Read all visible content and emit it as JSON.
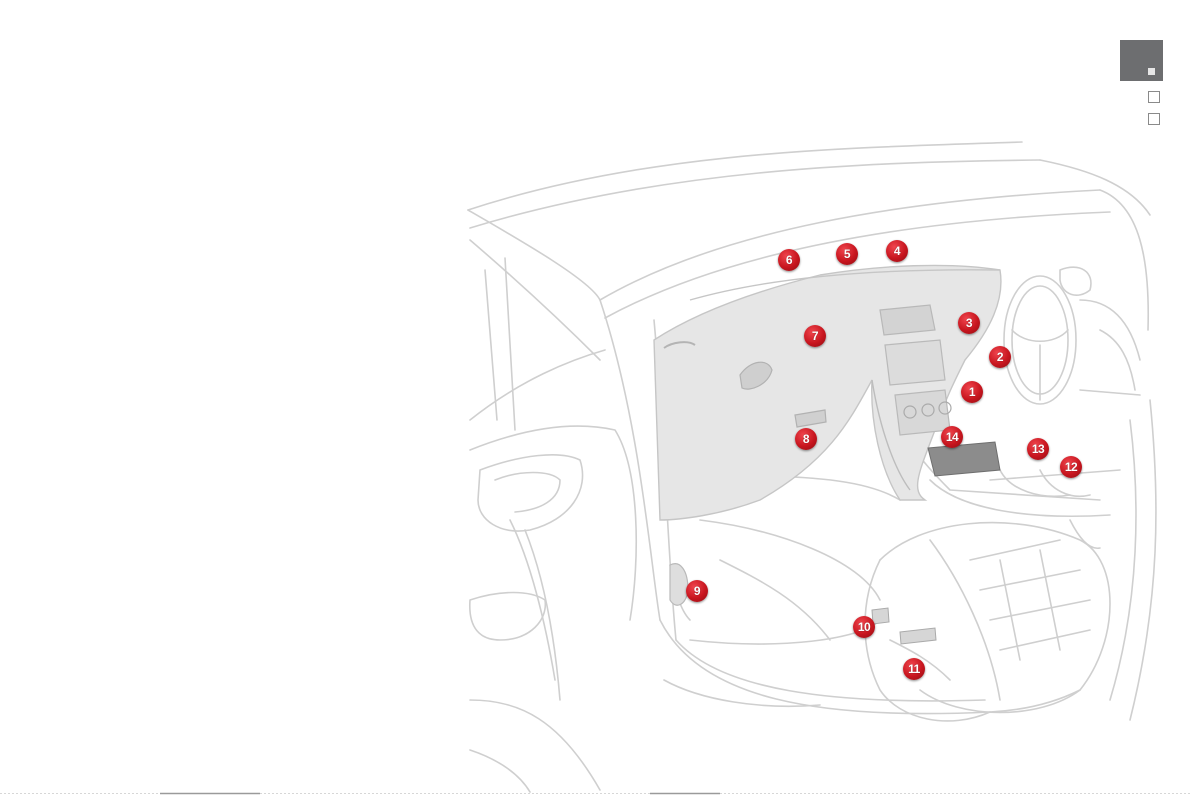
{
  "callouts": [
    {
      "number": "1"
    },
    {
      "number": "2"
    },
    {
      "number": "3"
    },
    {
      "number": "4"
    },
    {
      "number": "5"
    },
    {
      "number": "6"
    },
    {
      "number": "7"
    },
    {
      "number": "8"
    },
    {
      "number": "9"
    },
    {
      "number": "10"
    },
    {
      "number": "11"
    },
    {
      "number": "12"
    },
    {
      "number": "13"
    },
    {
      "number": "14"
    }
  ],
  "colors": {
    "callout_red": "#c8161f",
    "line_gray": "#c9c9c9",
    "dash_fill": "#e4e4e4",
    "index_tab": "#6d6e70"
  }
}
